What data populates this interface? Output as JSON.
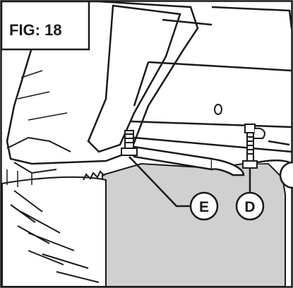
{
  "figure": {
    "label": "FIG: 18"
  },
  "callouts": [
    {
      "id": "E",
      "text": "E"
    },
    {
      "id": "D",
      "text": "D"
    }
  ],
  "colors": {
    "background": "#ffffff",
    "line": "#1a1a1a",
    "shaded_panel": "#d0d0d0"
  }
}
